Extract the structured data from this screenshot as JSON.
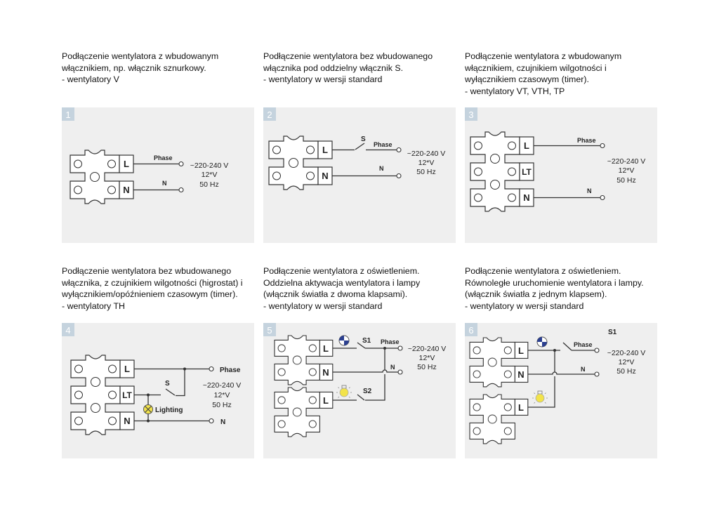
{
  "descriptions": [
    {
      "lines": [
        "Podłączenie wentylatora z wbudowanym",
        "włącznikiem, np. włącznik sznurkowy.",
        "- wentylatory V"
      ]
    },
    {
      "lines": [
        "Podłączenie wentylatora bez wbudowanego",
        "włącznika pod oddzielny włącznik S.",
        "- wentylatory w wersji standard"
      ]
    },
    {
      "lines": [
        "Podłączenie wentylatora z wbudowanym",
        "włącznikiem, czujnikiem wilgotności i",
        "wyłącznikiem czasowym (timer).",
        "- wentylatory VT, VTH, TP"
      ]
    },
    {
      "lines": [
        "Podłączenie wentylatora bez wbudowanego",
        "włącznika, z czujnikiem wilgotności (higrostat) i",
        "wyłącznikiem/opóźnieniem czasowym (timer).",
        "- wentylatory TH"
      ]
    },
    {
      "lines": [
        "Podłączenie wentylatora z oświetleniem.",
        "Oddzielna aktywacja wentylatora i lampy",
        "(włącznik światła z dwoma klapsami).",
        "- wentylatory w wersji standard"
      ]
    },
    {
      "lines": [
        "Podłączenie wentylatora z oświetleniem.",
        "Równoległe uruchomienie wentylatora i lampy.",
        "(włącznik światła z jednym klapsem).",
        "- wentylatory w wersji standard"
      ]
    }
  ],
  "diagrams": {
    "numbers": [
      "1",
      "2",
      "3",
      "4",
      "5",
      "6"
    ],
    "terminals": {
      "L": "L",
      "N": "N",
      "LT": "LT"
    },
    "phase": "Phase",
    "neutral": "N",
    "switch_s": "S",
    "switch_s1": "S1",
    "switch_s2": "S2",
    "lighting": "Lighting",
    "voltage": "~220-240 V",
    "low_voltage": "12*V",
    "frequency": "50 Hz"
  },
  "colors": {
    "panel_bg": "#efefef",
    "badge": "#c5d3de",
    "lamp": "#f2e34a",
    "fan": "#2b3f8f"
  }
}
